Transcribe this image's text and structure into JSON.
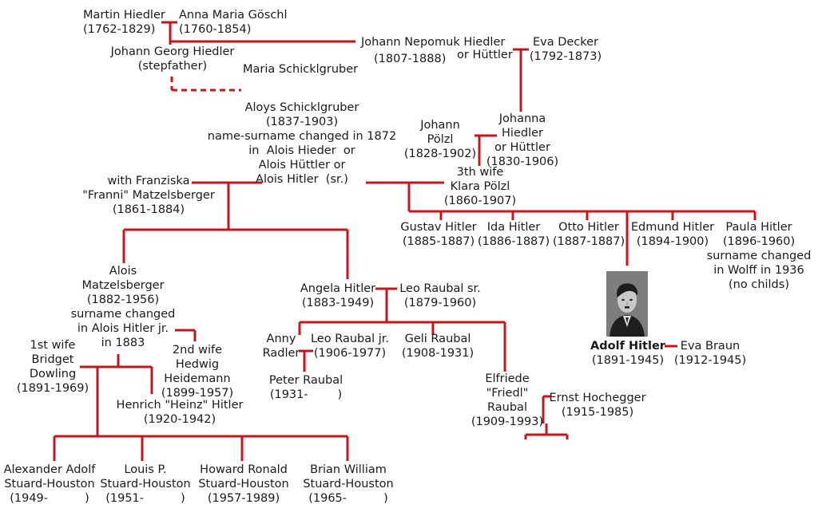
{
  "people": {
    "martin_hiedler": "Martin Hiedler\n(1762-1829)",
    "anna_maria_goeschl": "Anna Maria Göschl\n(1760-1854)",
    "johann_georg_hiedler": "Johann Georg Hiedler\n(stepfather)",
    "maria_schicklgruber": "Maria Schicklgruber",
    "johann_nepomuk_hiedler_name": "Johann Nepomuk Hiedler",
    "johann_nepomuk_hiedler_years": "(1807-1888)",
    "or_huettler": "or Hüttler",
    "eva_decker": "Eva Decker\n(1792-1873)",
    "aloys_schicklgruber": "Aloys Schicklgruber\n(1837-1903)\nname-surname changed in 1872\nin  Alois Hieder  or\nAlois Hüttler or\nAlois Hitler  (sr.)",
    "johann_poelzl": "Johann\nPölzl\n(1828-1902)",
    "johanna_hiedler": "Johanna\nHiedler\nor Hüttler\n(1830-1906)",
    "klara_poelzl": "3th wife\nKlara Pölzl\n(1860-1907)",
    "franziska_matzelsberger": "with Franziska\n\"Franni\" Matzelsberger\n(1861-1884)",
    "gustav_hitler": "Gustav Hitler\n(1885-1887)",
    "ida_hitler": "Ida Hitler\n(1886-1887)",
    "otto_hitler": "Otto Hitler\n(1887-1887)",
    "edmund_hitler": "Edmund Hitler\n(1894-1900)",
    "paula_hitler": "Paula Hitler\n(1896-1960)\nsurname changed\nin Wolff in 1936\n(no childs)",
    "alois_matzelsberger": "Alois\nMatzelsberger\n(1882-1956)\nsurname changed\nin Alois Hitler jr.\nin 1883",
    "angela_hitler": "Angela Hitler\n(1883-1949)",
    "leo_raubal_sr": "Leo Raubal sr.\n(1879-1960)",
    "adolf_hitler_name": "Adolf Hitler",
    "adolf_hitler_years": "(1891-1945)",
    "eva_braun": "Eva Braun\n(1912-1945)",
    "bridget_dowling": "1st wife\nBridget\nDowling\n(1891-1969)",
    "hedwig_heidemann": "2nd wife\nHedwig\nHeidemann\n(1899-1957)",
    "heinz_hitler": "Henrich \"Heinz\" Hitler\n(1920-1942)",
    "anny_radler": "Anny\nRadler",
    "leo_raubal_jr": "Leo Raubal jr.\n(1906-1977)",
    "geli_raubal": "Geli Raubal\n(1908-1931)",
    "peter_raubal": "Peter Raubal\n(1931-        )",
    "elfriede_raubal": "Elfriede\n\"Friedl\"\nRaubal\n(1909-1993)",
    "ernst_hochegger": "Ernst Hochegger\n(1915-1985)",
    "alexander_adolf": "Alexander Adolf\nStuard-Houston\n(1949-          )",
    "louis_p": "Louis P.\nStuard-Houston\n(1951-          )",
    "howard_ronald": "Howard Ronald\nStuard-Houston\n(1957-1989)",
    "brian_william": "Brian William\nStuard-Houston\n(1965-          )"
  },
  "colors": {
    "line": "#c4161c",
    "text": "#1a1a1a",
    "background": "#ffffff"
  },
  "icons": {
    "portrait": "adolf-hitler-portrait-photo"
  }
}
